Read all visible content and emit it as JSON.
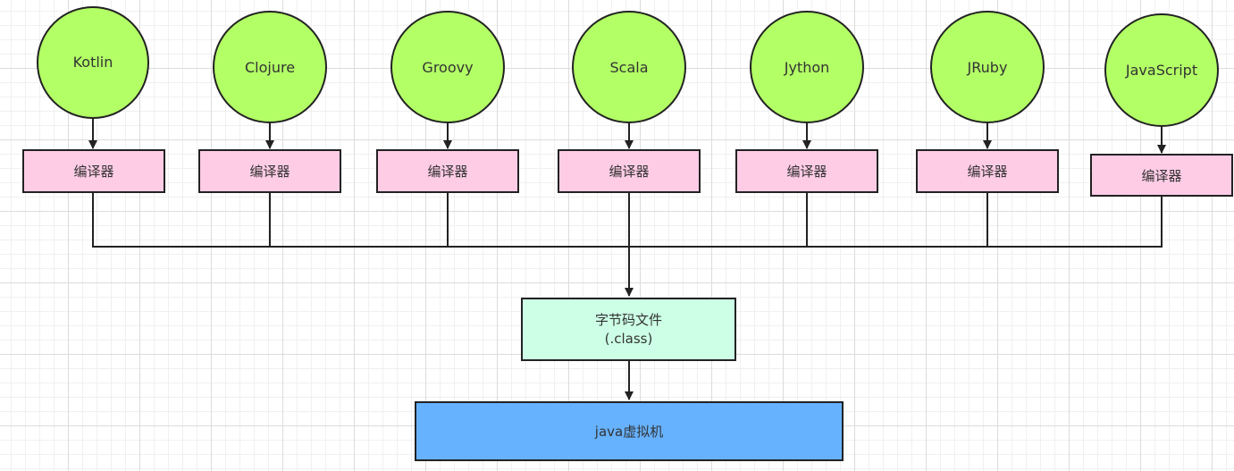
{
  "colors": {
    "language_fill": "#b3ff66",
    "compiler_fill": "#ffcce6",
    "bytecode_fill": "#ccffe6",
    "jvm_fill": "#66b2ff",
    "stroke": "#222222"
  },
  "languages": [
    {
      "name": "Kotlin",
      "compiler": "编译器"
    },
    {
      "name": "Clojure",
      "compiler": "编译器"
    },
    {
      "name": "Groovy",
      "compiler": "编译器"
    },
    {
      "name": "Scala",
      "compiler": "编译器"
    },
    {
      "name": "Jython",
      "compiler": "编译器"
    },
    {
      "name": "JRuby",
      "compiler": "编译器"
    },
    {
      "name": "JavaScript",
      "compiler": "编译器"
    }
  ],
  "bytecode": {
    "line1": "字节码文件",
    "line2": "(.class)"
  },
  "jvm": {
    "label": "java虚拟机"
  }
}
